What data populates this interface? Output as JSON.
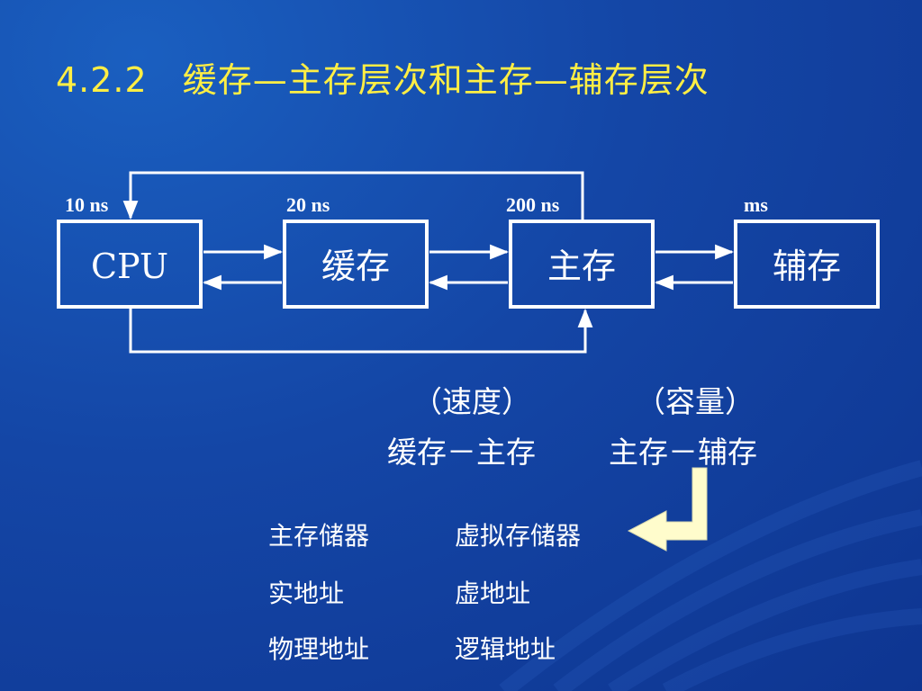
{
  "title": "4.2.2　缓存—主存层次和主存—辅存层次",
  "diagram": {
    "boxes": [
      "CPU",
      "缓存",
      "主存",
      "辅存"
    ],
    "latencies": [
      "10 ns",
      "20 ns",
      "200 ns",
      "ms"
    ]
  },
  "labels": {
    "speed": "（速度）",
    "capacity": "（容量）",
    "cache_main": "缓存－主存",
    "main_aux": "主存－辅存"
  },
  "terms": {
    "row1": [
      "主存储器",
      "虚拟存储器"
    ],
    "row2": [
      "实地址",
      "虚地址"
    ],
    "row3": [
      "物理地址",
      "逻辑地址"
    ]
  },
  "colors": {
    "background": "#1446a6",
    "title": "#ffee44",
    "text": "#ffffff",
    "bent_arrow": "#fffccc"
  }
}
